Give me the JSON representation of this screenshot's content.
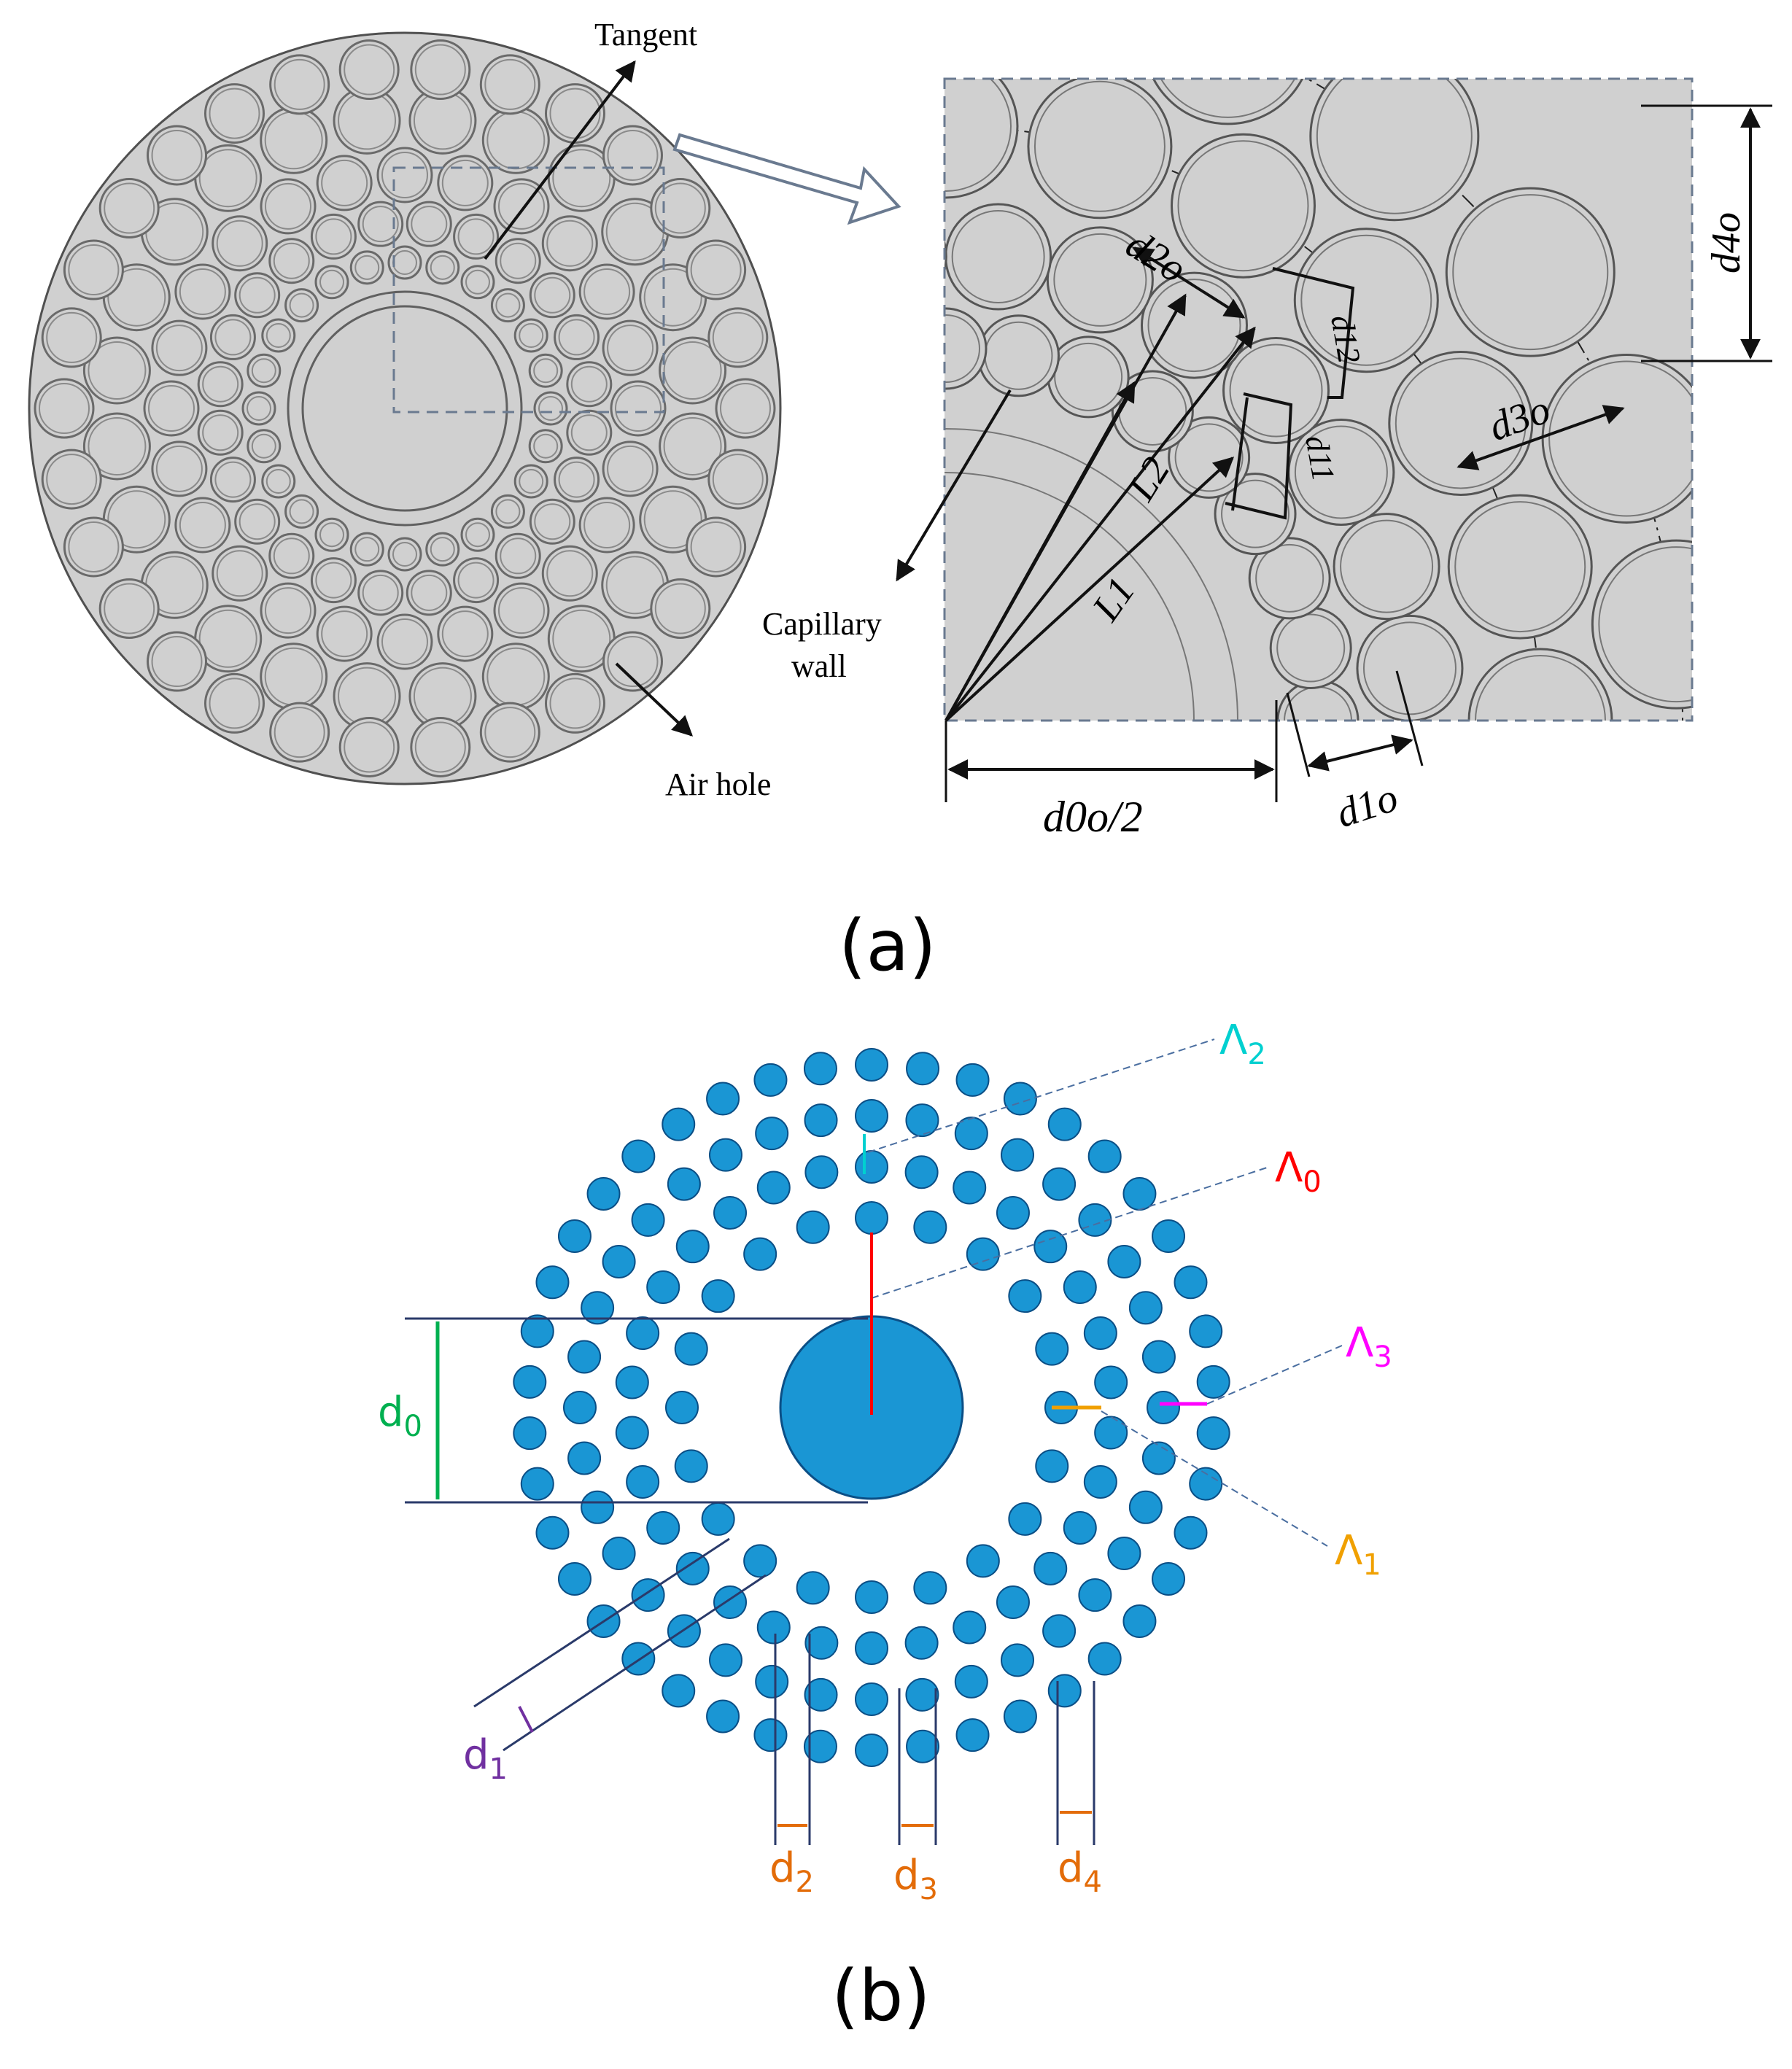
{
  "panel_a": {
    "caption": "(a)",
    "labels": {
      "tangent": "Tangent",
      "air_hole": "Air hole",
      "capillary_wall": "Capillary\nwall",
      "d0o_half": "d0o/2",
      "d1o": "d1o",
      "d2o": "d2o",
      "d3o": "d3o",
      "d4o": "d4o",
      "L1": "L1",
      "L2": "L2",
      "delta1": "d11",
      "delta2": "d12"
    }
  },
  "panel_b": {
    "caption": "(b)",
    "labels": {
      "d0": "d",
      "d0_sub": "0",
      "d1": "d",
      "d1_sub": "1",
      "d2": "d",
      "d2_sub": "2",
      "d3": "d",
      "d3_sub": "3",
      "d4": "d",
      "d4_sub": "4",
      "lambda0": "Λ",
      "lambda0_sub": "0",
      "lambda1": "Λ",
      "lambda1_sub": "1",
      "lambda2": "Λ",
      "lambda2_sub": "2",
      "lambda3": "Λ",
      "lambda3_sub": "3"
    },
    "colors": {
      "hole_fill": "#1a96d4",
      "hole_stroke": "#0b4f86",
      "d0": "#00b050",
      "d1": "#7030a0",
      "d_orange": "#e36c09",
      "lambda0": "#ff0000",
      "lambda1": "#f0a000",
      "lambda2": "#00d0d0",
      "lambda3": "#ff00ff"
    }
  },
  "colors": {
    "fiber_fill": "#d0d0d0",
    "line": "#505050"
  }
}
